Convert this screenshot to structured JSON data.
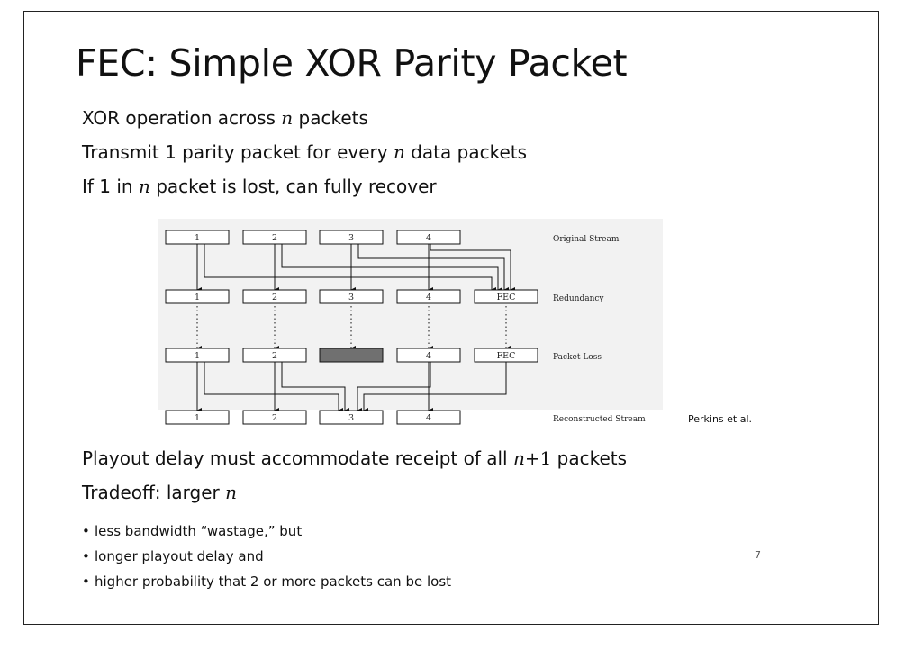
{
  "title": "FEC: Simple XOR Parity Packet",
  "bullets": [
    {
      "pre": "XOR operation across ",
      "var": "n",
      "post": " packets"
    },
    {
      "pre": "Transmit 1 parity packet for every ",
      "var": "n",
      "post": " data packets"
    },
    {
      "pre": "If 1 in ",
      "var": "n",
      "post": " packet is lost, can fully recover"
    }
  ],
  "diagram": {
    "rows": [
      {
        "label": "Original Stream",
        "boxes": [
          "1",
          "2",
          "3",
          "4"
        ]
      },
      {
        "label": "Redundancy",
        "boxes": [
          "1",
          "2",
          "3",
          "4",
          "FEC"
        ]
      },
      {
        "label": "Packet Loss",
        "boxes": [
          "1",
          "2",
          "",
          "4",
          "FEC"
        ],
        "lost_index": 2
      },
      {
        "label": "Reconstructed Stream",
        "boxes": [
          "1",
          "2",
          "3",
          "4"
        ]
      }
    ],
    "credit": "Perkins et al.",
    "lost_color": "#707070",
    "background": "#f2f2f2"
  },
  "playout": {
    "pre": "Playout delay must accommodate receipt of all ",
    "var": "n",
    "math": "+1",
    "post": " packets"
  },
  "tradeoff": {
    "pre": "Tradeoff: larger ",
    "var": "n"
  },
  "sub_bullets": [
    "less bandwidth “wastage,” but",
    "longer playout delay and",
    "higher probability that 2 or more packets can be lost"
  ],
  "page_number": "7"
}
